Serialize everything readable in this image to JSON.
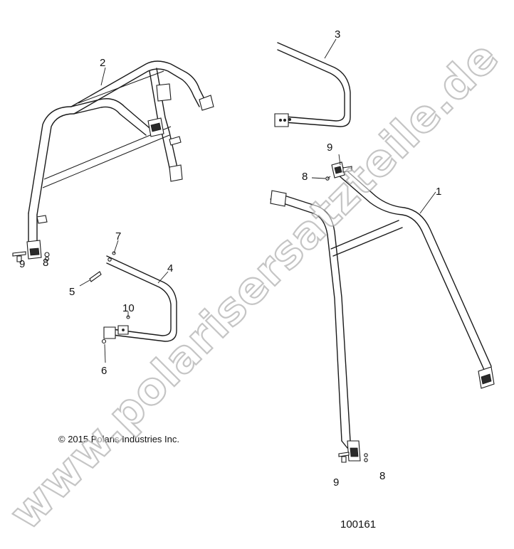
{
  "callouts": {
    "c1": "1",
    "c2": "2",
    "c3": "3",
    "c4": "4",
    "c5": "5",
    "c6": "6",
    "c7": "7",
    "c8a": "8",
    "c8b": "8",
    "c8c": "8",
    "c9a": "9",
    "c9b": "9",
    "c9c": "9",
    "c10": "10"
  },
  "copyright": "© 2015 Polaris Industries Inc.",
  "document_number": "100161",
  "watermark": "www.polarisersatzteile.de",
  "colors": {
    "line": "#1a1a1a",
    "watermark_outline": "#969696"
  }
}
